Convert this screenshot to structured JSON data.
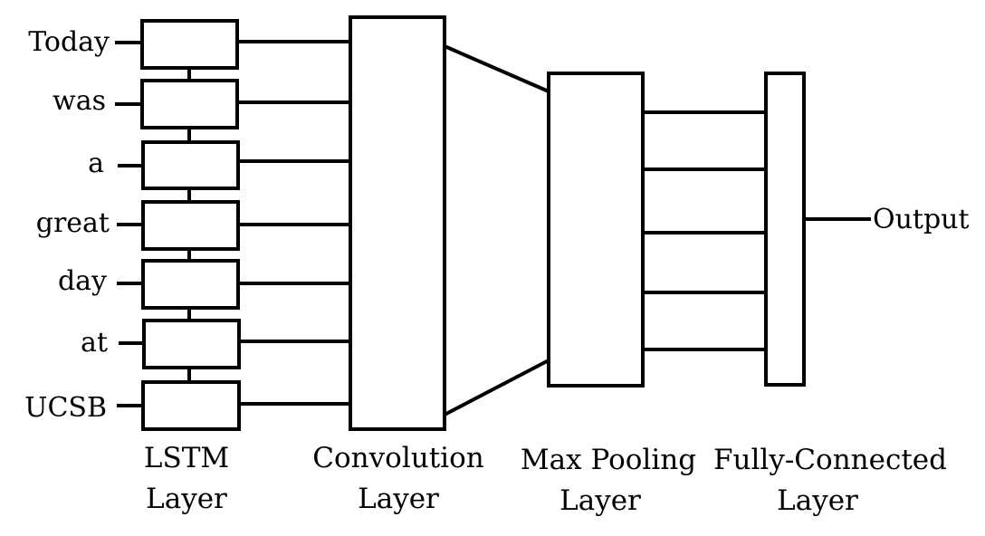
{
  "inputs": {
    "words": [
      "Today",
      "was",
      "a",
      "great",
      "day",
      "at",
      "UCSB"
    ]
  },
  "output": {
    "label": "Output"
  },
  "layers": {
    "lstm": {
      "line1": "LSTM",
      "line2": "Layer"
    },
    "convolution": {
      "line1": "Convolution",
      "line2": "Layer"
    },
    "max_pooling": {
      "line1": "Max Pooling",
      "line2": "Layer"
    },
    "fully_connected": {
      "line1": "Fully-Connected",
      "line2": "Layer"
    }
  }
}
